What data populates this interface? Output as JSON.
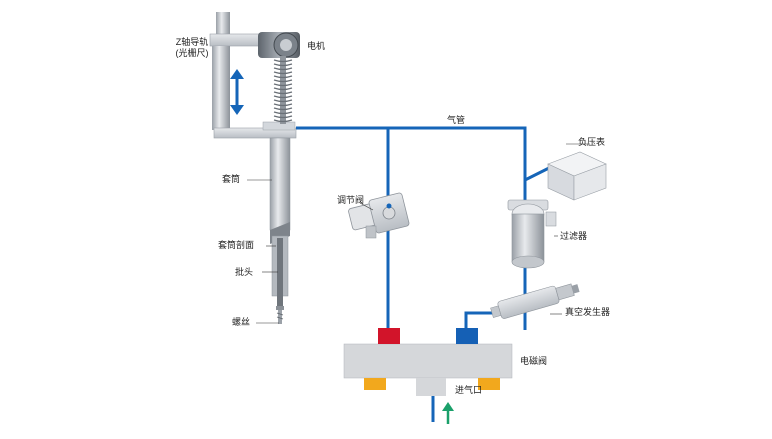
{
  "diagram": {
    "labels": {
      "z_axis_guide": "Z轴导轨",
      "z_axis_guide_sub": "(光栅尺)",
      "motor": "电机",
      "air_pipe": "气管",
      "negative_pressure_gauge": "负压表",
      "sleeve": "套筒",
      "regulating_valve": "调节阀",
      "filter": "过滤器",
      "sleeve_section": "套筒剖面",
      "bit": "批头",
      "vacuum_generator": "真空发生器",
      "screw": "螺丝",
      "solenoid_valve": "电磁阀",
      "air_inlet": "进气口"
    },
    "colors": {
      "pipe": "#1565b8",
      "machine_gray": "#c6cbd1",
      "valve_body": "#d4d4d4",
      "red_port": "#d2142a",
      "blue_port": "#1560b5",
      "yellow_pad": "#f2a81d",
      "inlet_arrow": "#1aa06a"
    }
  }
}
